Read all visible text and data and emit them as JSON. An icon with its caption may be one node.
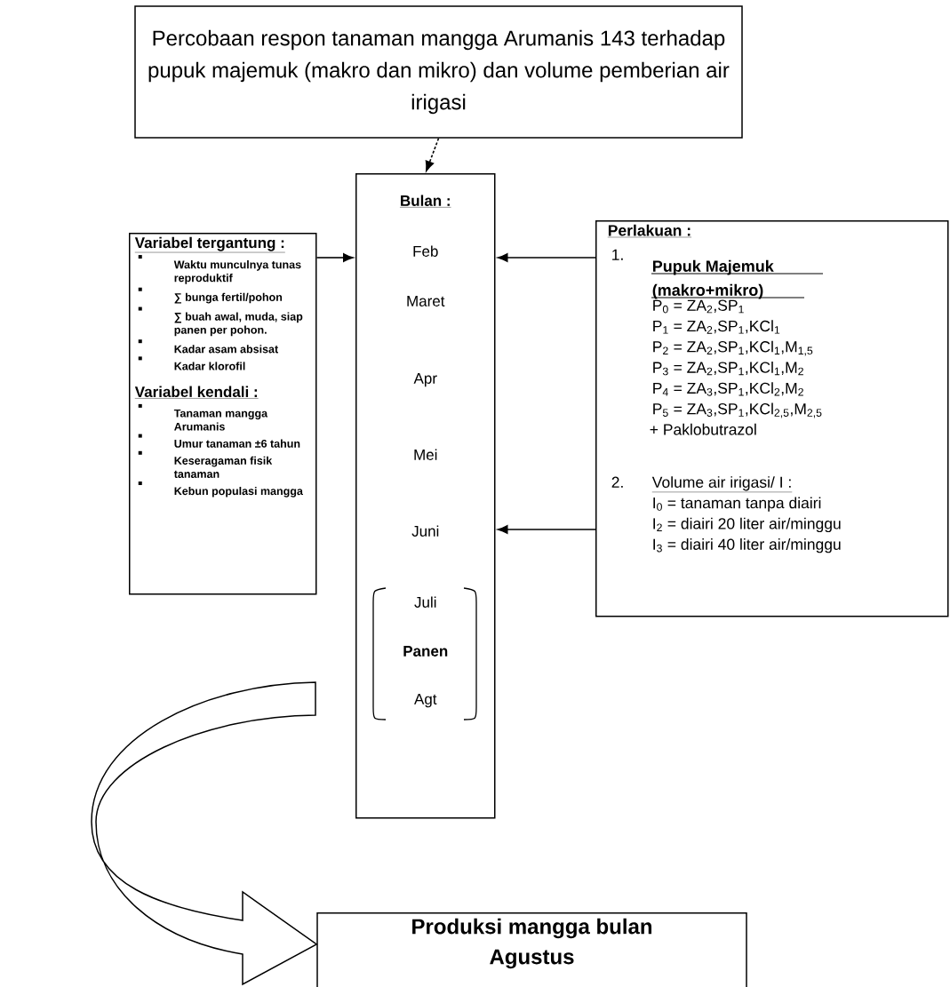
{
  "diagram": {
    "nodes": [
      {
        "text": [
          "Percobaan respon tanaman mangga Arumanis 143 terhadap pupuk majemuk (makro dan mikro) dan volume pemberian air irigasi"
        ]
      },
      {
        "text": [
          "Bulan :",
          "Feb",
          "Maret",
          "Apr",
          "Mei",
          "Juni",
          "Juli",
          "Panen",
          "Agt"
        ]
      },
      {
        "text": [
          "Variabel tergantung :",
          "Waktu munculnya tunas reproduktif",
          "∑ bunga fertil/pohon",
          "∑ buah awal, muda, siap panen per pohon.",
          "Kadar asam absisat",
          "Kadar klorofil",
          "Variabel kendali :",
          "Tanaman mangga Arumanis",
          "Umur tanaman ±6 tahun",
          "Keseragaman fisik tanaman",
          "Kebun populasi mangga"
        ]
      },
      {
        "text": [
          "Perlakuan :",
          "1.",
          "Pupuk Majemuk (makro+mikro)",
          "P$_{0}$ = ZA$_{2}$,SP$_{1}$",
          "P$_{1}$ = ZA$_{2}$,SP$_{1}$,KCl$_{1}$",
          "P$_{2}$ = ZA$_{2}$,SP$_{1}$,KCl$_{1}$,M$_{1,5}$",
          "P$_{3}$ = ZA$_{2}$,SP$_{1}$,KCl$_{1}$,M$_{2}$",
          "P$_{4}$ = ZA$_{3}$,SP$_{1}$,KCl$_{2}$,M$_{2}$",
          "P$_{5}$ = ZA$_{3}$,SP$_{1}$,KCl$_{2,5}$,M$_{2,5}$",
          "+ Paklobutrazol",
          "2.",
          "Volume air irigasi/ I :",
          "I$_{0}$ = tanaman tanpa diairi",
          "I$_{2}$ = diairi 20 liter air/minggu",
          "I$_{3}$ = diairi 40 liter air/minggu"
        ]
      },
      {
        "text": [
          "Produksi mangga bulan Agustus"
        ]
      }
    ],
    "edges": [
      {
        "from": 0,
        "to": 1,
        "arrow": "to",
        "style": "dashed"
      },
      {
        "from": 2,
        "to": 1,
        "arrow": "to"
      },
      {
        "from": 3,
        "to": 1,
        "arrow": "to"
      },
      {
        "from": 3,
        "to": 1,
        "arrow": "to"
      },
      {
        "from": null,
        "to": 4,
        "arrow": "to"
      }
    ]
  }
}
